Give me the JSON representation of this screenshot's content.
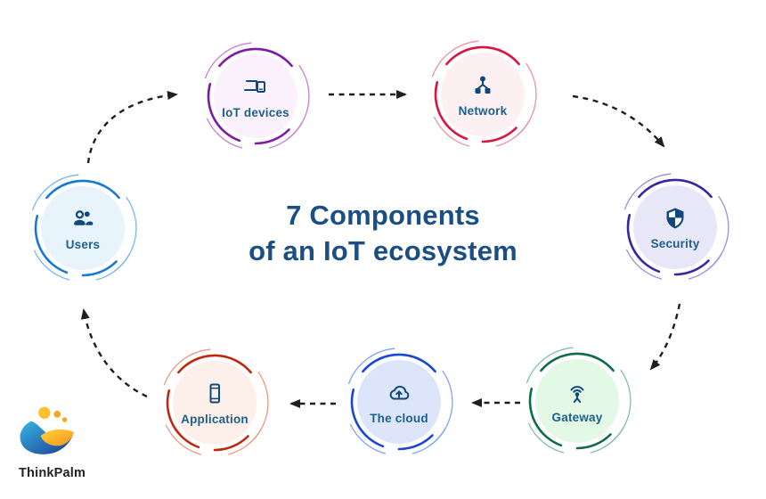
{
  "title": {
    "line1": "7 Components",
    "line2": "of an IoT ecosystem",
    "color": "#1b4f84"
  },
  "logo": {
    "text": "ThinkPalm"
  },
  "colors": {
    "icon": "#10487e",
    "label": "#1d5f8c",
    "arrow": "#1f1f1f",
    "background": "#ffffff"
  },
  "nodes": [
    {
      "id": "iot-devices",
      "label": "IoT devices",
      "icon": "devices-icon",
      "fill": "#fbf1fc",
      "arc_main": "#7d1aa6",
      "arc_light": "#c77fd4"
    },
    {
      "id": "network",
      "label": "Network",
      "icon": "network-icon",
      "fill": "#fcf0f2",
      "arc_main": "#d8143e",
      "arc_light": "#ee8fa4"
    },
    {
      "id": "security",
      "label": "Security",
      "icon": "shield-icon",
      "fill": "#e8e7f8",
      "arc_main": "#3428a0",
      "arc_light": "#978fd8"
    },
    {
      "id": "gateway",
      "label": "Gateway",
      "icon": "antenna-icon",
      "fill": "#e4f8e6",
      "arc_main": "#0f6b4b",
      "arc_light": "#7fbfa6"
    },
    {
      "id": "the-cloud",
      "label": "The cloud",
      "icon": "cloud-upload-icon",
      "fill": "#dce5fa",
      "arc_main": "#1847d8",
      "arc_light": "#82a3f0"
    },
    {
      "id": "application",
      "label": "Application",
      "icon": "mobile-app-icon",
      "fill": "#fdefe9",
      "arc_main": "#bb2a0d",
      "arc_light": "#e89b80"
    },
    {
      "id": "users",
      "label": "Users",
      "icon": "users-icon",
      "fill": "#e7f4fc",
      "arc_main": "#1579d6",
      "arc_light": "#7ab6ea"
    }
  ],
  "connections": [
    {
      "from": "users",
      "to": "iot-devices"
    },
    {
      "from": "iot-devices",
      "to": "network"
    },
    {
      "from": "network",
      "to": "security"
    },
    {
      "from": "security",
      "to": "gateway"
    },
    {
      "from": "gateway",
      "to": "the-cloud"
    },
    {
      "from": "the-cloud",
      "to": "application"
    },
    {
      "from": "application",
      "to": "users"
    }
  ]
}
